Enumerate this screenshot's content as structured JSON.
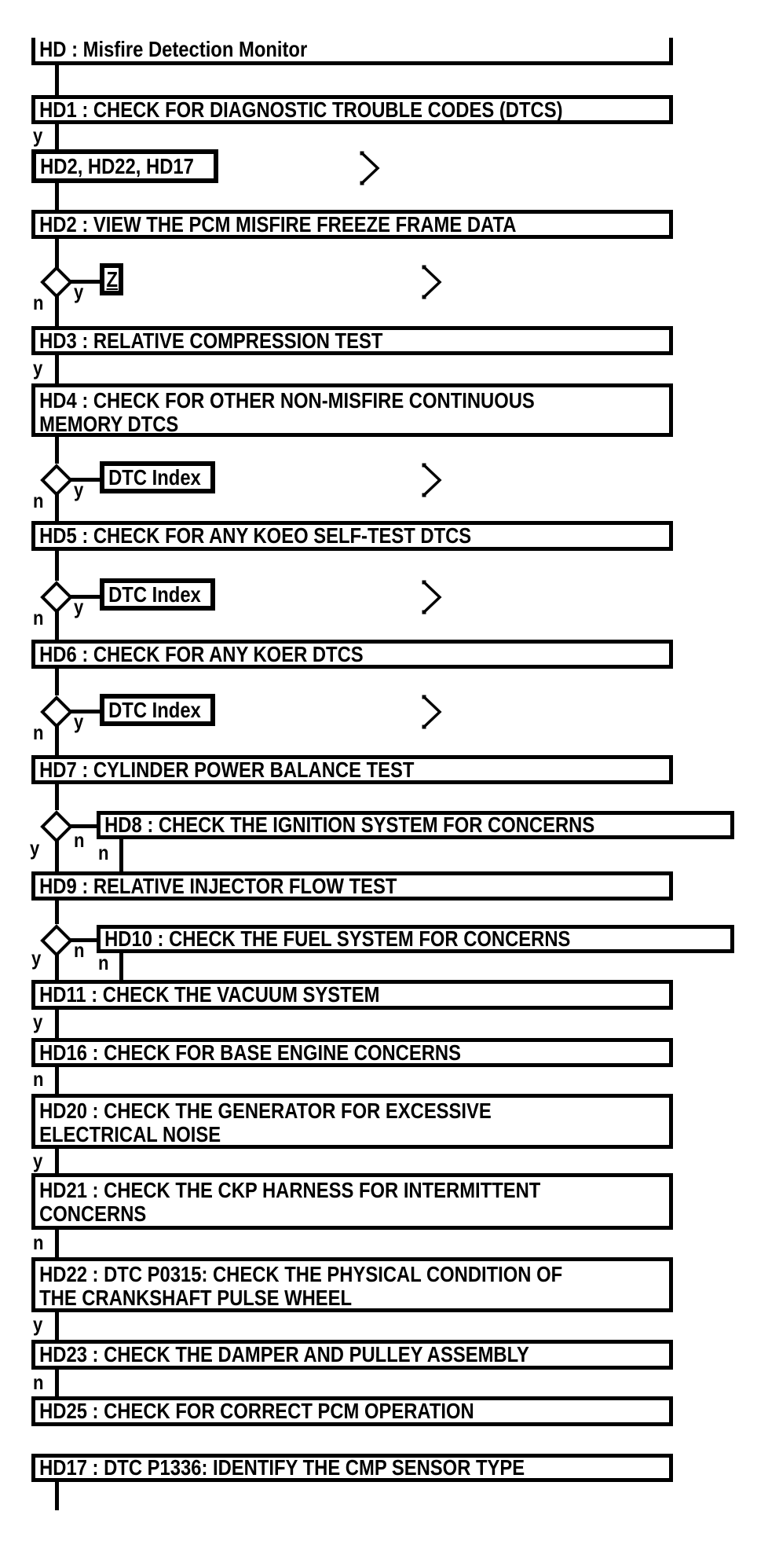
{
  "colors": {
    "ink": "#000000",
    "paper": "#ffffff"
  },
  "branch_labels": {
    "yes": "y",
    "no": "n"
  },
  "icons": {
    "offpage_connector": "chevron-right-icon"
  },
  "title": {
    "label": "HD : Misfire Detection Monitor"
  },
  "references": {
    "goto_multi": {
      "label": "HD2, HD22, HD17"
    },
    "pinpoint_z": {
      "label": "Z"
    },
    "dtc_index": {
      "label": "DTC Index"
    }
  },
  "steps": {
    "hd1": {
      "label": "HD1 : CHECK FOR DIAGNOSTIC TROUBLE CODES (DTCS)"
    },
    "hd2": {
      "label": "HD2 : VIEW THE PCM MISFIRE FREEZE FRAME DATA"
    },
    "hd3": {
      "label": "HD3 : RELATIVE COMPRESSION TEST"
    },
    "hd4": {
      "line1": "HD4 : CHECK FOR OTHER NON-MISFIRE CONTINUOUS",
      "line2": "MEMORY DTCS"
    },
    "hd5": {
      "label": "HD5 : CHECK FOR ANY KOEO SELF-TEST DTCS"
    },
    "hd6": {
      "label": "HD6 : CHECK FOR ANY KOER DTCS"
    },
    "hd7": {
      "label": "HD7 : CYLINDER POWER BALANCE TEST"
    },
    "hd8": {
      "label": "HD8 : CHECK THE IGNITION SYSTEM FOR CONCERNS"
    },
    "hd9": {
      "label": "HD9 : RELATIVE INJECTOR FLOW TEST"
    },
    "hd10": {
      "label": "HD10 : CHECK THE FUEL SYSTEM FOR CONCERNS"
    },
    "hd11": {
      "label": "HD11 : CHECK THE VACUUM SYSTEM"
    },
    "hd16": {
      "label": "HD16 : CHECK FOR BASE ENGINE CONCERNS"
    },
    "hd20": {
      "line1": "HD20 : CHECK THE GENERATOR FOR EXCESSIVE",
      "line2": "ELECTRICAL NOISE"
    },
    "hd21": {
      "line1": "HD21 : CHECK THE CKP HARNESS FOR INTERMITTENT",
      "line2": "CONCERNS"
    },
    "hd22": {
      "line1": "HD22 : DTC P0315: CHECK THE PHYSICAL CONDITION OF",
      "line2": "THE CRANKSHAFT PULSE WHEEL"
    },
    "hd23": {
      "label": "HD23 : CHECK THE DAMPER AND PULLEY ASSEMBLY"
    },
    "hd25": {
      "label": "HD25 : CHECK FOR CORRECT PCM OPERATION"
    },
    "hd17": {
      "label": "HD17 : DTC P1336: IDENTIFY THE CMP SENSOR TYPE"
    }
  }
}
